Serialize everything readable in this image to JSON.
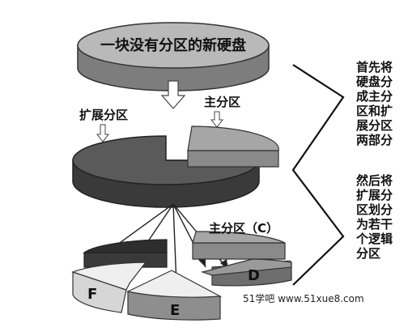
{
  "diagram": {
    "top_disk_label": "一块没有分区的新硬盘",
    "extended_partition_label": "扩展分区",
    "primary_partition_label": "主分区",
    "primary_partition_c_label": "主分区（C）",
    "drive_d": "D",
    "drive_e": "E",
    "drive_f": "F",
    "step1_lines": [
      "首先将",
      "硬盘分",
      "成主分",
      "区和扩",
      "展分区",
      "两部分"
    ],
    "step2_lines": [
      "然后将",
      "扩展分",
      "区划分",
      "为若干",
      "个逻辑",
      "分区"
    ],
    "watermark": "51学吧 www.51xue8.com"
  },
  "colors": {
    "disk_top": "#b9b9b9",
    "disk_side": "#7d7d7d",
    "extended_top": "#5a5a5a",
    "extended_side": "#3a3a3a",
    "primary_top": "#a6a6a6",
    "primary_side": "#8a8a8a",
    "light_slice": "#efefef"
  }
}
